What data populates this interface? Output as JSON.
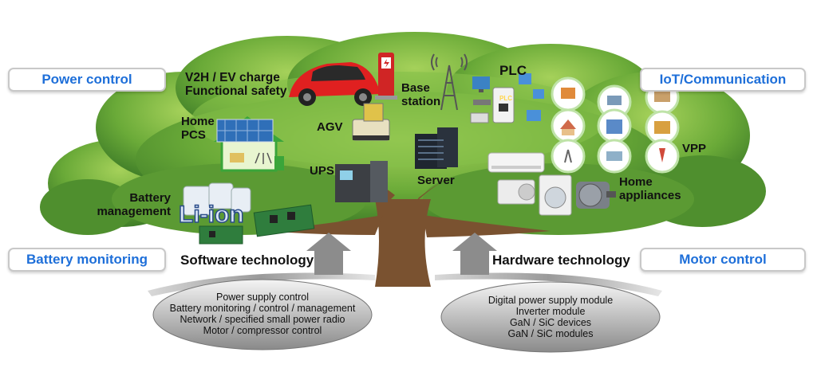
{
  "boxes": {
    "power_control": "Power control",
    "iot_communication": "IoT/Communication",
    "battery_monitoring": "Battery monitoring",
    "motor_control": "Motor control"
  },
  "labels": {
    "v2h_line1": "V2H / EV charge",
    "v2h_line2": "Functional safety",
    "base_station_line1": "Base",
    "base_station_line2": "station",
    "plc": "PLC",
    "home_pcs_line1": "Home",
    "home_pcs_line2": "PCS",
    "agv": "AGV",
    "vpp": "VPP",
    "ups": "UPS",
    "server": "Server",
    "home_appliances_line1": "Home",
    "home_appliances_line2": "appliances",
    "battery_mgmt_line1": "Battery",
    "battery_mgmt_line2": "management",
    "li_ion": "Li-ion",
    "plc_device": "PLC"
  },
  "technology": {
    "software": "Software technology",
    "hardware": "Hardware technology"
  },
  "software_items": [
    "Power supply control",
    "Battery monitoring / control / management",
    "Network / specified small power radio",
    "Motor / compressor control"
  ],
  "hardware_items": [
    "Digital power supply module",
    "Inverter module",
    "GaN / SiC devices",
    "GaN / SiC modules"
  ],
  "colors": {
    "canopy_dark": "#4e8f2f",
    "canopy_light": "#8cc63f",
    "trunk": "#7a5230",
    "box_text": "#1e6fd9",
    "arrow": "#8c8c8c"
  }
}
